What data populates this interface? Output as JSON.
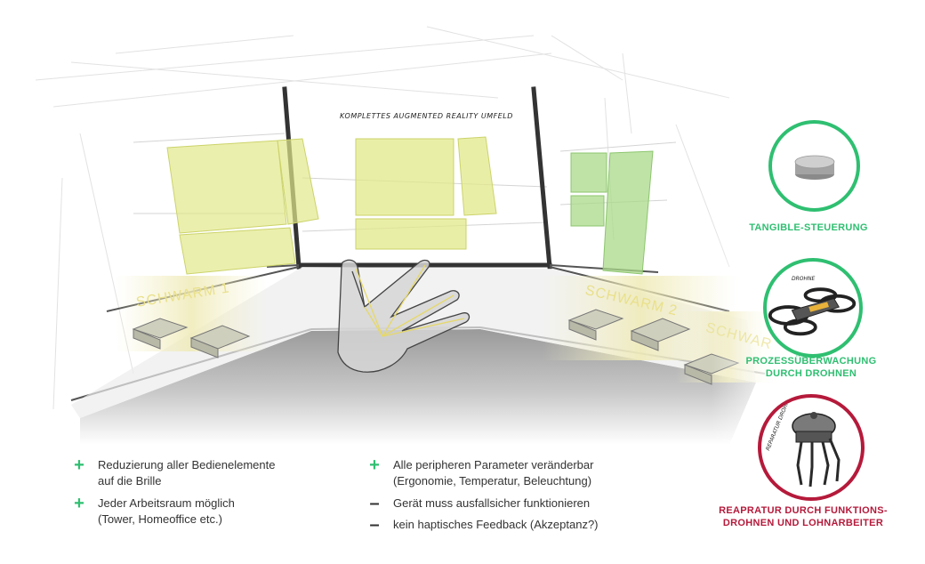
{
  "scene": {
    "ar_label": "Komplettes Augmented Reality Umfeld",
    "swarm1_label": "SCHWARM 1",
    "swarm2_label": "SCHWARM 2",
    "swarm3_label": "SCHWAR"
  },
  "modules": [
    {
      "label": "TANGIBLE-STEUERUNG",
      "color": "#2fbf71",
      "icon": "tangible-puck-icon"
    },
    {
      "label_line1": "PROZESSÜBERWACHUNG",
      "label_line2": "DURCH DROHNEN",
      "badge": "DROHNE",
      "color": "#2fbf71",
      "icon": "quadcopter-drone-icon"
    },
    {
      "label_line1": "REAPRATUR DURCH FUNKTIONS-",
      "label_line2": "DROHNEN UND LOHNARBEITER",
      "badge": "REPARATUR DROHNE",
      "color": "#b51a3b",
      "icon": "repair-drone-icon"
    }
  ],
  "pros_cons": {
    "left": [
      {
        "sign": "+",
        "line1": "Reduzierung aller Bedienelemente",
        "line2": "auf die Brille"
      },
      {
        "sign": "+",
        "line1": "Jeder Arbeitsraum möglich",
        "line2": "(Tower, Homeoffice etc.)"
      }
    ],
    "right": [
      {
        "sign": "+",
        "line1": "Alle peripheren Parameter veränderbar",
        "line2": "(Ergonomie, Temperatur, Beleuchtung)"
      },
      {
        "sign": "–",
        "line1": "Gerät muss ausfallsicher funktionieren"
      },
      {
        "sign": "–",
        "line1": "kein haptisches Feedback (Akzeptanz?)"
      }
    ]
  },
  "colors": {
    "plus": "#2fbf71",
    "minus": "#333333",
    "panel_yellow": "#e2e88a",
    "panel_green": "#a9d98a",
    "accent_red": "#b51a3b"
  }
}
